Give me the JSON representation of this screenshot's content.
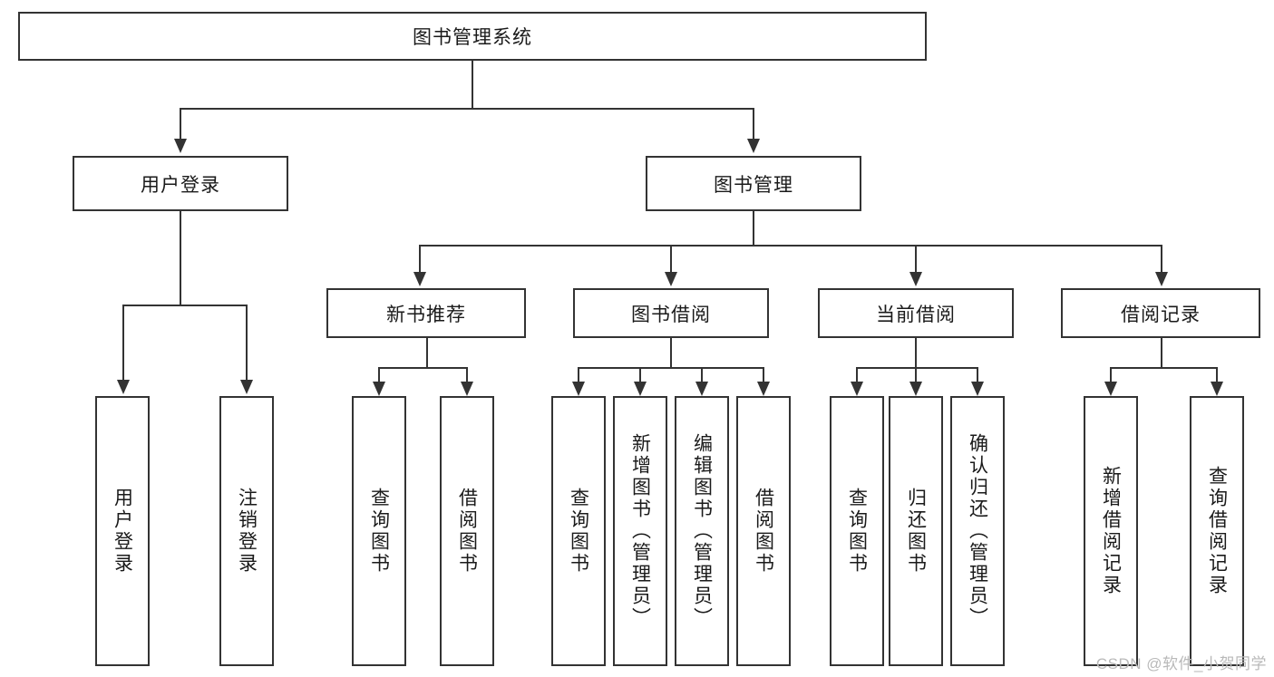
{
  "diagram": {
    "title": "图书管理系统",
    "type": "tree-hierarchy-chart",
    "colors": {
      "line": "#333333",
      "box_fill": "#ffffff",
      "text": "#1a1a1a",
      "background": "#ffffff",
      "watermark": "#b9b9b9"
    },
    "root": {
      "label": "图书管理系统"
    },
    "level2": [
      {
        "label": "用户登录"
      },
      {
        "label": "图书管理"
      }
    ],
    "level3": [
      {
        "label": "新书推荐"
      },
      {
        "label": "图书借阅"
      },
      {
        "label": "当前借阅"
      },
      {
        "label": "借阅记录"
      }
    ],
    "leaves": {
      "user_login": [
        {
          "label": "用户登录"
        },
        {
          "label": "注销登录"
        }
      ],
      "new_book_recommend": [
        {
          "label": "查询图书"
        },
        {
          "label": "借阅图书"
        }
      ],
      "book_borrow": [
        {
          "label": "查询图书"
        },
        {
          "label": "新增图书（管理员）"
        },
        {
          "label": "编辑图书（管理员）"
        },
        {
          "label": "借阅图书"
        }
      ],
      "current_borrow": [
        {
          "label": "查询图书"
        },
        {
          "label": "归还图书"
        },
        {
          "label": "确认归还（管理员）"
        }
      ],
      "borrow_record": [
        {
          "label": "新增借阅记录"
        },
        {
          "label": "查询借阅记录"
        }
      ]
    }
  },
  "watermark": {
    "text": "CSDN @软件_小贺同学"
  }
}
